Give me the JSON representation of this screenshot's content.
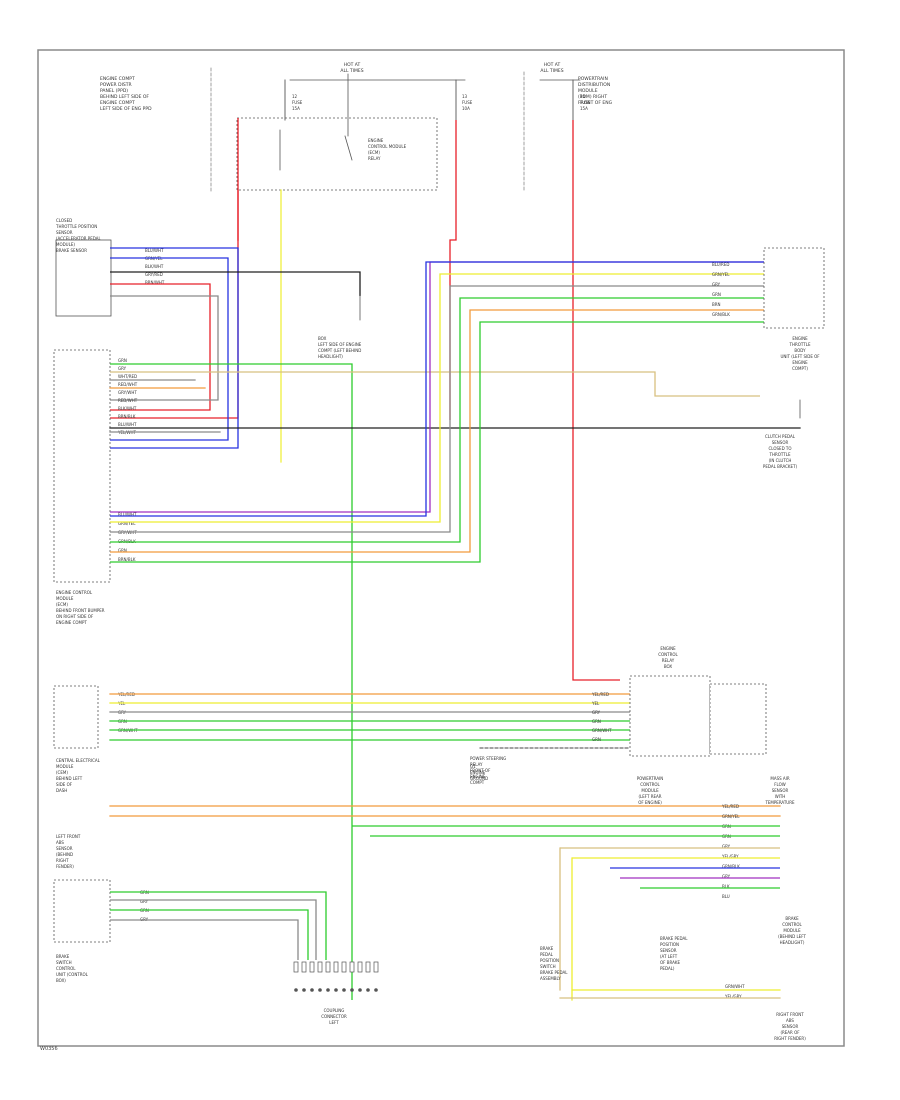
{
  "diagram": {
    "footer_code": "W0356",
    "colors": {
      "red": "#e8202a",
      "blue": "#2733e0",
      "yellow": "#eeee30",
      "gray": "#8a8a8a",
      "black": "#202020",
      "green": "#2dcc2d",
      "orange": "#f29a3c",
      "purple": "#a030c0",
      "tan": "#d8c080",
      "frame": "#8a8a8a"
    },
    "labels": {
      "ppd": [
        "ENGINE COMPT",
        "POWER DISTR",
        "PANEL (PPD)",
        "BEHIND LEFT SIDE OF",
        "ENGINE COMPT",
        "LEFT SIDE OF ENG PPD"
      ],
      "hot_at_all_times_1": [
        "HOT AT",
        "ALL TIMES"
      ],
      "hot_at_all_times_2": [
        "HOT AT",
        "ALL TIMES"
      ],
      "fuse_12": [
        "12",
        "FUSE",
        "15A"
      ],
      "fuse_13": [
        "13",
        "FUSE",
        "10A"
      ],
      "fuse_14": [
        "14",
        "FUSE",
        "15A"
      ],
      "ecm_relay": [
        "ENGINE",
        "CONTROL MODULE",
        "(ECM)",
        "RELAY"
      ],
      "pdm": [
        "POWERTRAIN",
        "DISTRIBUTION",
        "MODULE",
        "(PDM) RIGHT",
        "FRONT OF ENG"
      ],
      "pedal_sensor": [
        "CLOSED",
        "THROTTLE POSITION",
        "SENSOR",
        "(ACCELERATOR PEDAL",
        "MODULE)",
        "BRAKE SENSOR"
      ],
      "switch_label": [
        "BOX",
        "LEFT SIDE OF ENGINE",
        "COMPT (LEFT BEHIND",
        "HEADLIGHT)"
      ],
      "throttle": [
        "ENGINE",
        "THROTTLE",
        "BODY",
        "UNIT (LEFT SIDE OF",
        "ENGINE",
        "COMPT)"
      ],
      "ecm": [
        "ENGINE CONTROL",
        "MODULE",
        "(ECM)",
        "BEHIND FRONT BUMPER",
        "ON RIGHT SIDE OF",
        "ENGINE COMPT"
      ],
      "brake_switch": [
        "BRAKE",
        "SWITCH",
        "CONTROL",
        "UNIT (CONTROL",
        "BOX)"
      ],
      "clutch": [
        "CLUTCH PEDAL",
        "SENSOR",
        "CLOSED TO",
        "THROTTLE",
        "(IN CLUTCH",
        "PEDAL BRACKET)"
      ],
      "left_module": [
        "CENTRAL ELECTRICAL",
        "MODULE",
        "(CEM)",
        "BEHIND LEFT",
        "SIDE OF",
        "DASH"
      ],
      "relay_module": [
        "ENGINE",
        "CONTROL",
        "RELAY",
        "BOX"
      ],
      "tcm_module": [
        "POWERTRAIN",
        "CONTROL",
        "MODULE",
        "(LEFT REAR",
        "OF ENGINE)"
      ],
      "mass_air": [
        "MASS AIR",
        "FLOW",
        "SENSOR",
        "WITH",
        "TEMPERATURE"
      ],
      "power_relay": [
        "POWER STEERING",
        "RELAY",
        "FRONT OF",
        "ENGINE",
        "COMPT"
      ],
      "left_sensor": [
        "LEFT FRONT",
        "ABS",
        "SENSOR",
        "(BEHIND",
        "RIGHT",
        "FENDER)"
      ],
      "brake_sensor": [
        "BRAKE PEDAL",
        "POSITION",
        "SENSOR",
        "(AT LEFT",
        "OF BRAKE",
        "PEDAL)"
      ],
      "right_sensor": [
        "RIGHT FRONT",
        "ABS",
        "SENSOR",
        "(REAR OF",
        "RIGHT FENDER)"
      ],
      "bottom_left": [
        "BRAKE",
        "CONTROL",
        "MODULE",
        "(BEHIND LEFT",
        "HEADLIGHT)"
      ],
      "bottom_conn": [
        "COUPLING",
        "CONNECTOR",
        "LEFT"
      ],
      "clutch_pedal": [
        "BRAKE",
        "PEDAL",
        "POSITION",
        "SWITCH",
        "BRAKE PEDAL",
        "ASSEMBLY"
      ],
      "ground": [
        "G1",
        "ENGINE",
        "GROUND"
      ]
    },
    "wire_codes": {
      "sensor_left": [
        "BLU/WHT",
        "GRN/YEL",
        "BLK/WHT",
        "GRY/RED",
        "BRN/WHT"
      ],
      "ecm_left": [
        "GRN",
        "GRY",
        "WHT/RED",
        "RED/WHT",
        "GRY/WHT",
        "RED/WHT",
        "BLK/WHT",
        "BRN/BLK",
        "BLU/WHT",
        "YEL/WHT"
      ],
      "ecm_lower": [
        "BLU/WHT",
        "GRN/YEL",
        "GRY/WHT",
        "GRN/BLK",
        "GRN",
        "BRN/BLK"
      ],
      "throttle_right": [
        "BLU/RED",
        "GRN/YEL",
        "GRY",
        "GRN",
        "BRN",
        "GRN/BLK"
      ],
      "cem": [
        "YEL/RED",
        "YEL",
        "GRY",
        "GRN",
        "GRN/WHT"
      ],
      "relay_right": [
        "YEL/RED",
        "YEL",
        "GRY",
        "GRN",
        "GRN/WHT",
        "GRN"
      ],
      "abs_right": [
        "YEL/RED",
        "GRN/YEL",
        "GRN",
        "GRN",
        "GRY",
        "YEL/GRY",
        "GRN/BLK",
        "GRY",
        "BLK",
        "BLU"
      ],
      "bottom_left_pins": [
        "GRN",
        "GRY",
        "GRN",
        "GRY"
      ],
      "bottom_right": [
        "GRN/WHT",
        "YEL/GRY"
      ]
    }
  }
}
